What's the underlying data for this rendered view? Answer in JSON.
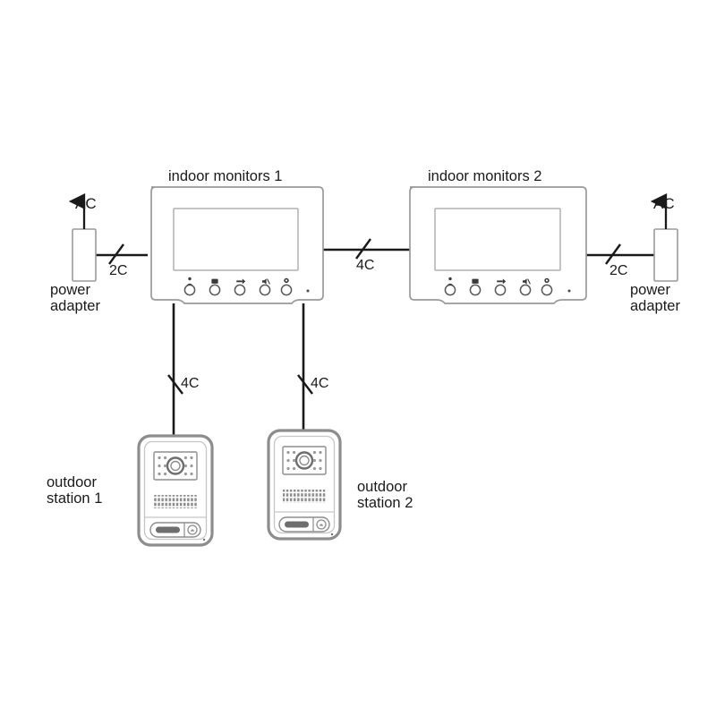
{
  "diagram": {
    "type": "video-intercom-wiring-diagram",
    "background_color": "#ffffff",
    "line_color": "#1a1a1a",
    "device_outline_color": "#9a9a9a",
    "labels": {
      "monitor1_title": "indoor monitors 1",
      "monitor2_title": "indoor monitors 2",
      "power_adapter_left": "power\nadapter",
      "power_adapter_right": "power\nadapter",
      "ac_left": "AC",
      "ac_right": "AC",
      "outdoor_station_1": "outdoor\nstation 1",
      "outdoor_station_2": "outdoor\nstation 2"
    },
    "wires": [
      {
        "id": "wire-left-power",
        "label": "2C",
        "from": "power-adapter-left",
        "to": "indoor-monitor-1"
      },
      {
        "id": "wire-between-monitors",
        "label": "4C",
        "from": "indoor-monitor-1",
        "to": "indoor-monitor-2"
      },
      {
        "id": "wire-right-power",
        "label": "2C",
        "from": "indoor-monitor-2",
        "to": "power-adapter-right"
      },
      {
        "id": "wire-station-1",
        "label": "4C",
        "from": "indoor-monitor-1",
        "to": "outdoor-station-1"
      },
      {
        "id": "wire-station-2",
        "label": "4C",
        "from": "indoor-monitor-1",
        "to": "outdoor-station-2"
      }
    ],
    "monitor_buttons": {
      "count": 5,
      "icons": [
        "person-icon",
        "monitor-icon",
        "unlock-key-icon",
        "speaker-mute-icon",
        "settings-gear-icon"
      ]
    },
    "outdoor_station": {
      "camera_module": "camera-lens-with-ir-leds",
      "speaker": "speaker-grille",
      "nameplate": "nameplate",
      "call_button": "doorbell-call-button"
    }
  }
}
